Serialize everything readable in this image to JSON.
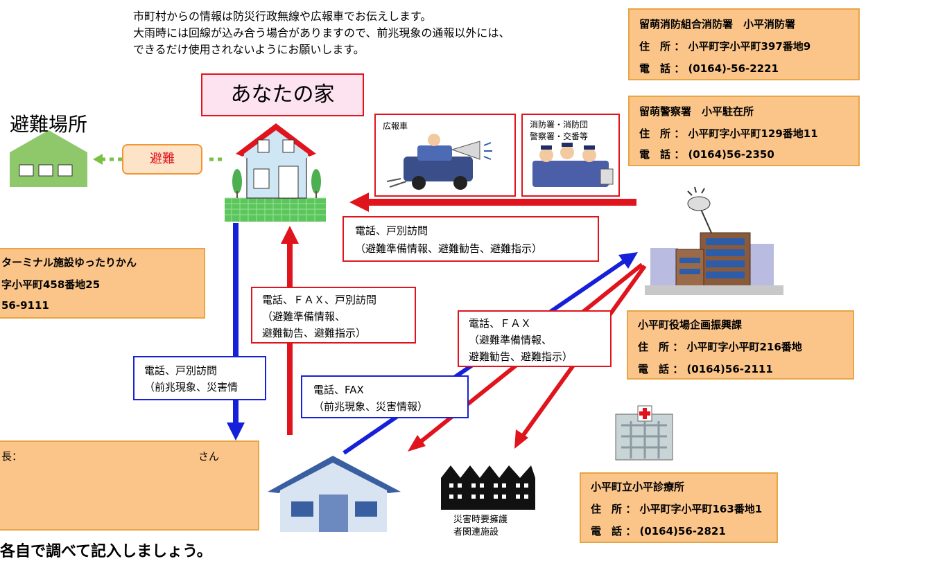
{
  "notice": {
    "line1": "市町村からの情報は防災行政無線や広報車でお伝えします。",
    "line2": "大雨時には回線が込み合う場合がありますので、前兆現象の通報以外には、",
    "line3": "できるだけ使用されないようにお願いします。"
  },
  "home_label": "あなたの家",
  "shelter_label": "避難場所",
  "evacuation_label": "避難",
  "fire_station": {
    "name": "留萌消防組合消防署　小平消防署",
    "address": "住　所 ： 小平町字小平町397番地9",
    "phone": "電　話 ： (0164)-56-2221"
  },
  "police": {
    "name": "留萌警察署　小平駐在所",
    "address": "住　所 ： 小平町字小平町129番地11",
    "phone": "電　話 ： (0164)56-2350"
  },
  "town_office": {
    "name": "小平町役場企画振興課",
    "address": "住　所 ： 小平町字小平町216番地",
    "phone": "電　話 ： (0164)56-2111"
  },
  "clinic": {
    "name": "小平町立小平診療所",
    "address": "住　所 ： 小平町字小平町163番地1",
    "phone": "電　話 ： (0164)56-2821"
  },
  "terminal": {
    "name": "ターミナル施設ゆったりかん",
    "address": "字小平町458番地25",
    "phone": "56-9111"
  },
  "leader": {
    "label": "長：",
    "suffix": "さん"
  },
  "car_caption": "広報車",
  "responders_caption": {
    "line1": "消防署・消防団",
    "line2": "警察署・交番等"
  },
  "welfare_caption": {
    "line1": "災害時要擁護",
    "line2": "者関連施設"
  },
  "msg_phone_visit": {
    "line1": "電話、戸別訪問",
    "line2": "（避難準備情報、避難勧告、避難指示）"
  },
  "msg_phone_fax_visit": {
    "line1": "電話、ＦＡＸ、戸別訪問",
    "line2": "（避難準備情報、",
    "line3": "避難勧告、避難指示）"
  },
  "msg_phone_fax": {
    "line1": "電話、ＦＡＸ",
    "line2": "（避難準備情報、",
    "line3": "避難勧告、避難指示）"
  },
  "msg_report_visit": {
    "line1": "電話、戸別訪問",
    "line2": "（前兆現象、災害情"
  },
  "msg_report_fax": {
    "line1": "電話、FAX",
    "line2": "（前兆現象、災害情報）"
  },
  "footnote": "各自で調べて記入しましょう。",
  "colors": {
    "red": "#e0141c",
    "blue": "#1520d8",
    "orange_fill": "#fbc58a",
    "orange_border": "#e8a545",
    "green": "#8ec86a"
  }
}
